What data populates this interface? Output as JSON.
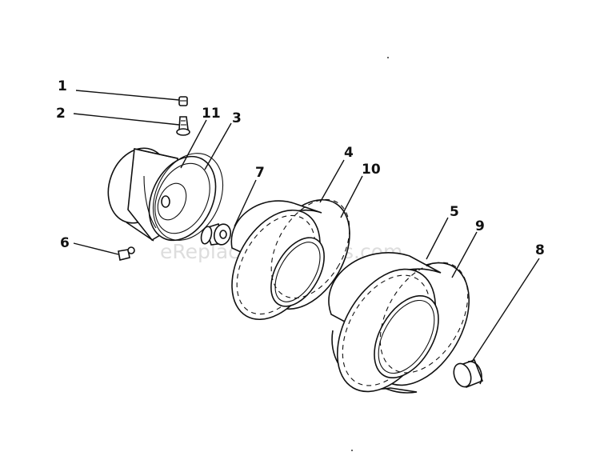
{
  "watermark": "eReplacementParts.com",
  "callouts": {
    "c1": "1",
    "c2": "2",
    "c3": "3",
    "c4": "4",
    "c5": "5",
    "c6": "6",
    "c7": "7",
    "c8": "8",
    "c9": "9",
    "c10": "10",
    "c11": "11"
  },
  "parts": [
    "valve-cap",
    "valve-stem",
    "rim",
    "front-tire",
    "rear-tire",
    "grease-fitting",
    "spacer-sleeve",
    "hub-cap",
    "rear-tube",
    "front-tube",
    "balance-ring"
  ]
}
